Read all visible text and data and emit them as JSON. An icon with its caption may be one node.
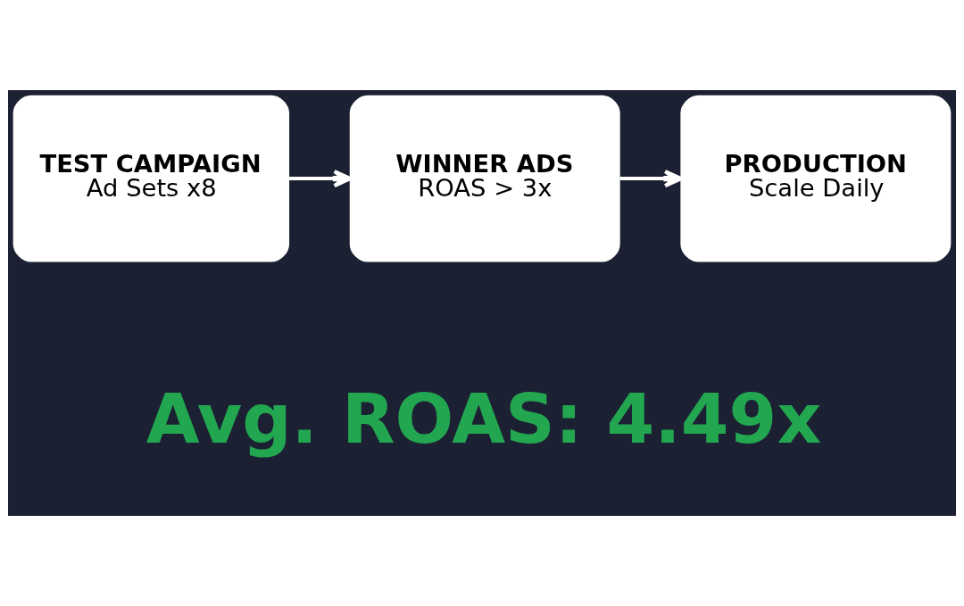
{
  "diagram": {
    "nodes": [
      {
        "text": [
          "TEST CAMPAIGN",
          "Ad Sets x8"
        ]
      },
      {
        "text": [
          "WINNER ADS",
          "ROAS > 3x"
        ]
      },
      {
        "text": [
          "PRODUCTION",
          "Scale Daily"
        ]
      }
    ],
    "edges": [
      {
        "from": 0,
        "to": 1,
        "arrow": "to"
      },
      {
        "from": 1,
        "to": 2,
        "arrow": "to"
      }
    ],
    "labels": [
      "Avg. ROAS: 4.49x"
    ]
  }
}
